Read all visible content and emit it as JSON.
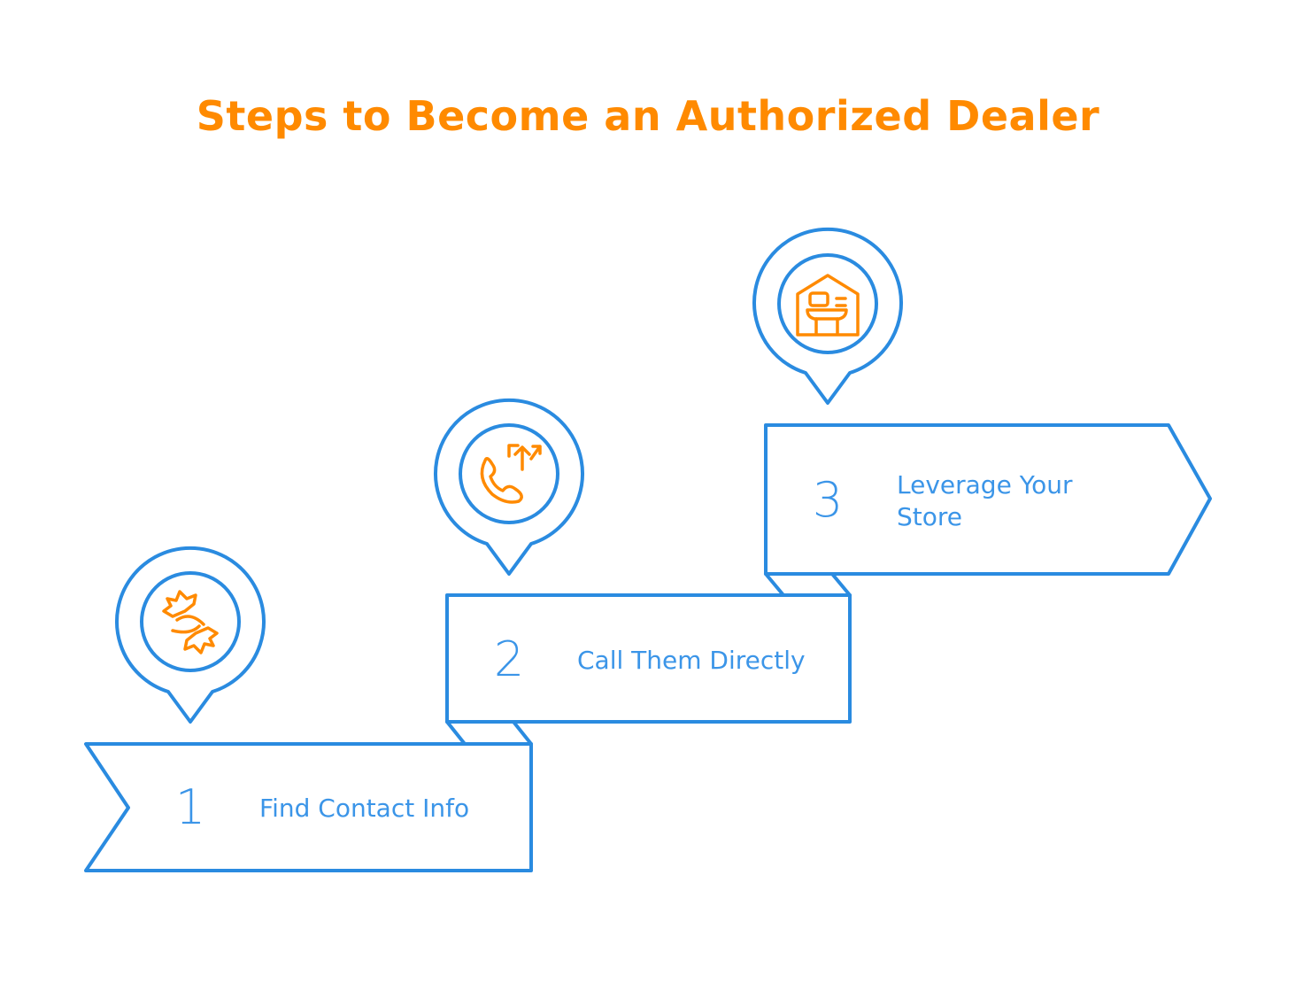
{
  "title": "Steps to Become an Authorized Dealer",
  "colors": {
    "accent": "#ff8a00",
    "stroke": "#2a8be0",
    "text": "#3b95e8"
  },
  "steps": [
    {
      "number": "1",
      "label": "Find Contact Info",
      "icon": "handshake-icon"
    },
    {
      "number": "2",
      "label": "Call Them Directly",
      "icon": "phone-call-icon"
    },
    {
      "number": "3",
      "label": "Leverage Your Store",
      "icon": "store-icon"
    }
  ]
}
